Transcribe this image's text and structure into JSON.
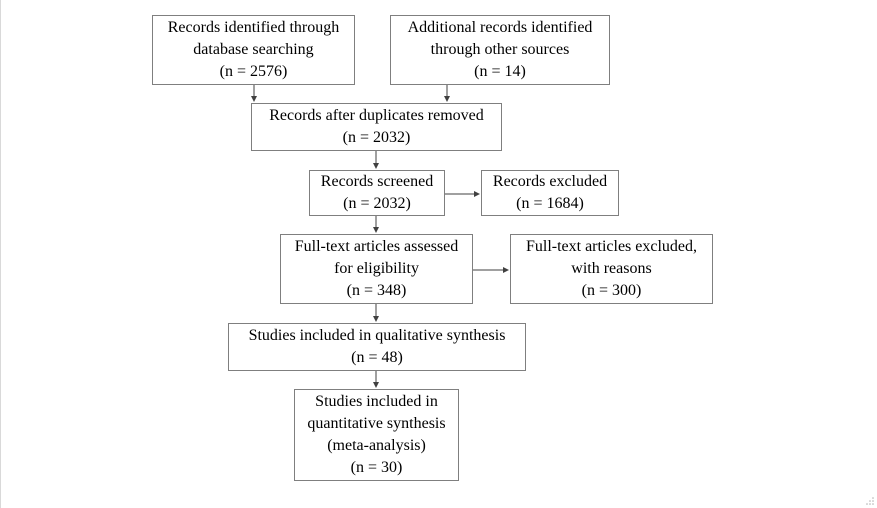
{
  "flow": {
    "identified_db": {
      "line1": "Records identified through",
      "line2": "database searching",
      "line3": "(n = 2576)"
    },
    "identified_other": {
      "line1": "Additional records identified",
      "line2": "through other sources",
      "line3": "(n = 14)"
    },
    "after_duplicates": {
      "line1": "Records after duplicates removed",
      "line2": "(n = 2032)"
    },
    "screened": {
      "line1": "Records screened",
      "line2": "(n = 2032)"
    },
    "excluded": {
      "line1": "Records excluded",
      "line2": "(n = 1684)"
    },
    "fulltext_assessed": {
      "line1": "Full-text articles assessed",
      "line2": "for eligibility",
      "line3": "(n = 348)"
    },
    "fulltext_excluded": {
      "line1": "Full-text articles excluded,",
      "line2": "with reasons",
      "line3": "(n = 300)"
    },
    "qualitative": {
      "line1": "Studies included in qualitative synthesis",
      "line2": "(n = 48)"
    },
    "quantitative": {
      "line1": "Studies included in",
      "line2": "quantitative synthesis",
      "line3": "(meta-analysis)",
      "line4": "(n = 30)"
    }
  }
}
